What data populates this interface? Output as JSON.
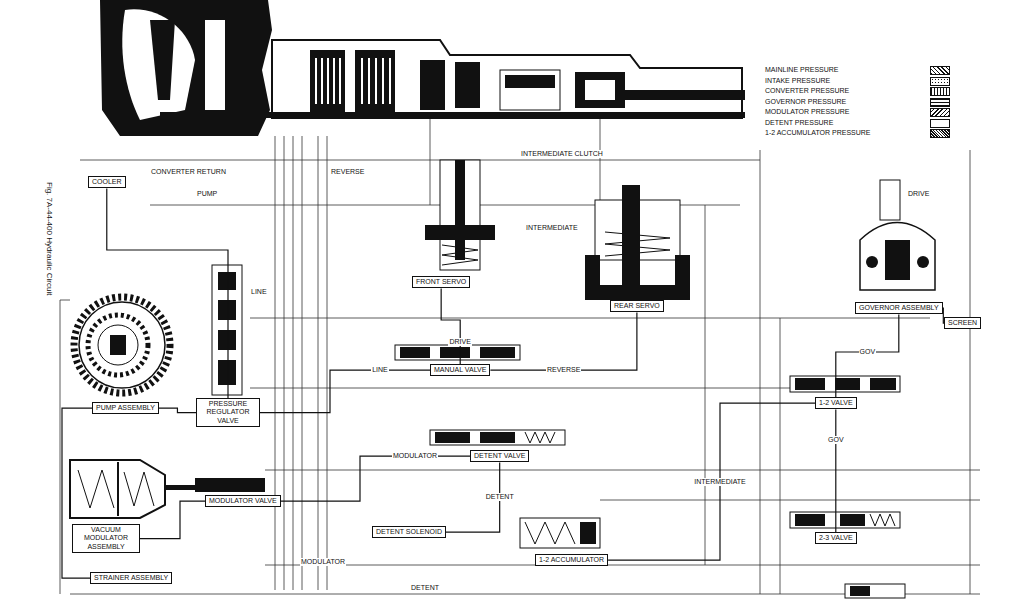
{
  "diagram": {
    "caption": "Fig. 7A-44-400 Hydraulic Circuit",
    "nodes": [
      {
        "text": [
          "COOLER"
        ]
      },
      {
        "text": [
          "FRONT SERVO"
        ]
      },
      {
        "text": [
          "REAR SERVO"
        ]
      },
      {
        "text": [
          "GOVERNOR ASSEMBLY"
        ]
      },
      {
        "text": [
          "PUMP ASSEMBLY"
        ]
      },
      {
        "text": [
          "PRESSURE REGULATOR VALVE"
        ]
      },
      {
        "text": [
          "MANUAL VALVE"
        ]
      },
      {
        "text": [
          "SCREEN"
        ]
      },
      {
        "text": [
          "1-2 VALVE"
        ]
      },
      {
        "text": [
          "VACUUM MODULATOR ASSEMBLY"
        ]
      },
      {
        "text": [
          "MODULATOR VALVE"
        ]
      },
      {
        "text": [
          "DETENT VALVE"
        ]
      },
      {
        "text": [
          "DETENT SOLENOID"
        ]
      },
      {
        "text": [
          "1-2 ACCUMULATOR"
        ]
      },
      {
        "text": [
          "2-3 VALVE"
        ]
      },
      {
        "text": [
          "STRAINER ASSEMBLY"
        ]
      }
    ],
    "edges": [
      {
        "from": 4,
        "to": 5,
        "arrow": "none"
      },
      {
        "from": 5,
        "to": 6,
        "label": "LINE",
        "arrow": "none"
      },
      {
        "from": 6,
        "to": 1,
        "label": "DRIVE",
        "arrow": "none"
      },
      {
        "from": 6,
        "to": 2,
        "label": "REVERSE",
        "arrow": "none"
      },
      {
        "from": 3,
        "to": 8,
        "label": "GOV",
        "arrow": "none"
      },
      {
        "from": 3,
        "to": 7,
        "arrow": "none"
      },
      {
        "from": 8,
        "to": 14,
        "label": "GOV",
        "arrow": "none"
      },
      {
        "from": 9,
        "to": 10,
        "arrow": "none"
      },
      {
        "from": 10,
        "to": 11,
        "label": "MODULATOR",
        "arrow": "none"
      },
      {
        "from": 11,
        "to": 12,
        "label": "DETENT",
        "arrow": "none"
      },
      {
        "from": 13,
        "to": 8,
        "label": "INTERMEDIATE",
        "arrow": "none"
      },
      {
        "from": 15,
        "to": 4,
        "arrow": "none"
      },
      {
        "from": 0,
        "to": 5,
        "arrow": "none"
      }
    ],
    "labels": [
      "CONVERTER RETURN",
      "PUMP",
      "REVERSE",
      "INTERMEDIATE CLUTCH",
      "DRIVE",
      "INTERMEDIATE",
      "LINE",
      "DETENT",
      "MODULATOR"
    ],
    "legend": [
      {
        "text": "MAINLINE PRESSURE"
      },
      {
        "text": "INTAKE PRESSURE"
      },
      {
        "text": "CONVERTER PRESSURE"
      },
      {
        "text": "GOVERNOR PRESSURE"
      },
      {
        "text": "MODULATOR PRESSURE"
      },
      {
        "text": "DETENT PRESSURE"
      },
      {
        "text": "1-2 ACCUMULATOR PRESSURE"
      }
    ]
  }
}
